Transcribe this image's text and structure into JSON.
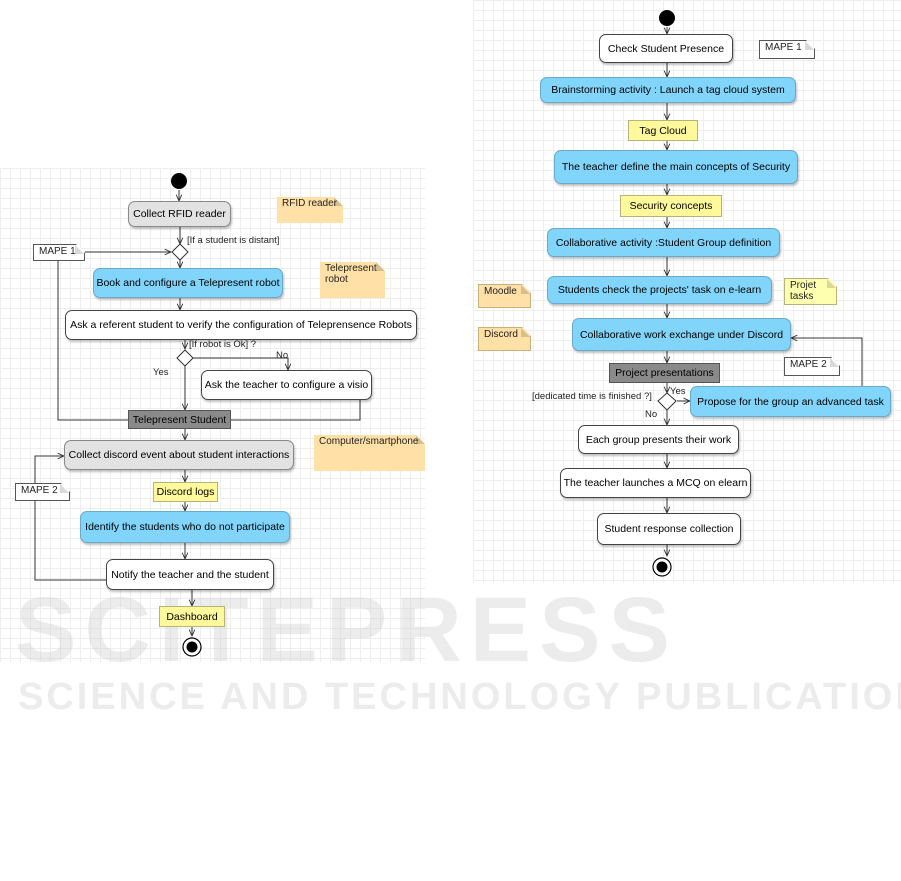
{
  "left": {
    "collect_rfid": "Collect RFID reader",
    "note_rfid": "RFID reader",
    "guard_distant": "[If a student is distant]",
    "note_mape1": "MAPE 1",
    "book_robot": "Book and configure a Telepresent robot",
    "note_robot_l1": "Telepresent",
    "note_robot_l2": "robot",
    "ask_referent": "Ask a referent student to verify the configuration of Teleprensence Robots",
    "guard_robot_ok": "[If robot is Ok] ?",
    "label_no": "No",
    "label_yes": "Yes",
    "ask_teacher_visio": "Ask the teacher to configure a visio",
    "telepresent_student": "Telepresent Student",
    "collect_discord": "Collect discord event about student interactions",
    "note_computer": "Computer/smartphone",
    "note_mape2": "MAPE 2",
    "discord_logs": "Discord logs",
    "identify_students": "Identify the students who do not participate",
    "notify": "Notify the teacher and the student",
    "dashboard": "Dashboard"
  },
  "right": {
    "check_presence": "Check Student Presence",
    "note_mape1": "MAPE 1",
    "brainstorming": "Brainstorming activity : Launch a tag cloud system",
    "tag_cloud": "Tag Cloud",
    "teacher_define": "The teacher define the main concepts of Security",
    "security_concepts": "Security concepts",
    "collab_group": "Collaborative activity :Student Group definition",
    "note_moodle": "Moodle",
    "check_projects": "Students check the projects' task on e-learn",
    "note_projet_l1": "Projet",
    "note_projet_l2": "tasks",
    "note_discord": "Discord",
    "collab_discord": "Collaborative work exchange under Discord",
    "project_presentations": "Project presentations",
    "note_mape2": "MAPE 2",
    "guard_time": "[dedicated time is finished ?]",
    "label_yes": "Yes",
    "label_no": "No",
    "propose_task": "Propose for the group an advanced task",
    "groups_present": "Each group presents their work",
    "teacher_mcq": "The teacher launches a MCQ on elearn",
    "response_collection": "Student response collection"
  },
  "watermark": {
    "main": "SCITEPRESS",
    "sub": "SCIENCE AND TECHNOLOGY PUBLICATIONS"
  },
  "colors": {
    "action_blue": "#81d4fa",
    "object_yellow": "#fff99c",
    "note_tan": "#ffe0a6",
    "join_gray": "#8a8a8a"
  }
}
